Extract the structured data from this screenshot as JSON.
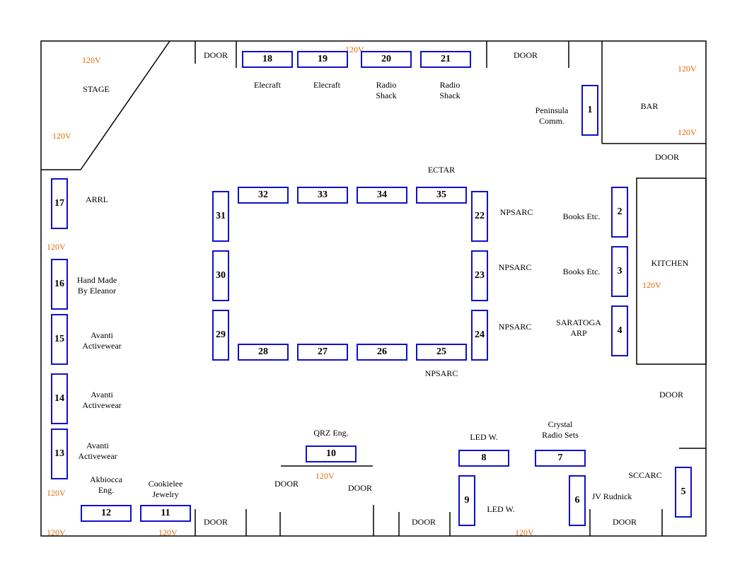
{
  "colors": {
    "booth_border": "#1010cc",
    "outlet_text": "#e06a00",
    "walls": "#000000"
  },
  "rooms": {
    "stage": "STAGE",
    "bar": "BAR",
    "kitchen": "KITCHEN"
  },
  "door_label": "DOOR",
  "outlet_label": "120V",
  "booths": [
    {
      "id": "18",
      "label": "18",
      "vendor": "Elecraft"
    },
    {
      "id": "19",
      "label": "19",
      "vendor": "Elecraft"
    },
    {
      "id": "20",
      "label": "20",
      "vendor": "Radio\nShack"
    },
    {
      "id": "21",
      "label": "21",
      "vendor": "Radio\nShack"
    },
    {
      "id": "1",
      "label": "1",
      "vendor": "Peninsula\nComm."
    },
    {
      "id": "17",
      "label": "17",
      "vendor": "ARRL"
    },
    {
      "id": "16",
      "label": "16",
      "vendor": "Hand Made\nBy Eleanor"
    },
    {
      "id": "15",
      "label": "15",
      "vendor": "Avanti\nActivewear"
    },
    {
      "id": "14",
      "label": "14",
      "vendor": "Avanti\nActivewear"
    },
    {
      "id": "13",
      "label": "13",
      "vendor": "Avanti\nActivewear"
    },
    {
      "id": "12",
      "label": "12",
      "vendor": "Akbiocca\nEng."
    },
    {
      "id": "11",
      "label": "11",
      "vendor": "Cookielee\nJewelry"
    },
    {
      "id": "10",
      "label": "10",
      "vendor": "QRZ Eng."
    },
    {
      "id": "8",
      "label": "8",
      "vendor": "LED W."
    },
    {
      "id": "9",
      "label": "9",
      "vendor": "LED W."
    },
    {
      "id": "7",
      "label": "7",
      "vendor": "Crystal\nRadio Sets"
    },
    {
      "id": "6",
      "label": "6",
      "vendor": "JV Rudnick"
    },
    {
      "id": "5",
      "label": "5",
      "vendor": "SCCARC"
    },
    {
      "id": "2",
      "label": "2",
      "vendor": "Books Etc."
    },
    {
      "id": "3",
      "label": "3",
      "vendor": "Books Etc."
    },
    {
      "id": "4",
      "label": "4",
      "vendor": "SARATOGA\nARP"
    },
    {
      "id": "22",
      "label": "22",
      "vendor": "NPSARC"
    },
    {
      "id": "23",
      "label": "23",
      "vendor": "NPSARC"
    },
    {
      "id": "24",
      "label": "24",
      "vendor": "NPSARC"
    },
    {
      "id": "31",
      "label": "31",
      "vendor": ""
    },
    {
      "id": "30",
      "label": "30",
      "vendor": ""
    },
    {
      "id": "29",
      "label": "29",
      "vendor": ""
    },
    {
      "id": "32",
      "label": "32",
      "vendor": ""
    },
    {
      "id": "33",
      "label": "33",
      "vendor": ""
    },
    {
      "id": "34",
      "label": "34",
      "vendor": ""
    },
    {
      "id": "35",
      "label": "35",
      "vendor": ""
    },
    {
      "id": "28",
      "label": "28",
      "vendor": ""
    },
    {
      "id": "27",
      "label": "27",
      "vendor": ""
    },
    {
      "id": "26",
      "label": "26",
      "vendor": ""
    },
    {
      "id": "25",
      "label": "25",
      "vendor": ""
    }
  ],
  "group_labels": {
    "ectar": "ECTAR",
    "npsarc_bottom": "NPSARC"
  }
}
